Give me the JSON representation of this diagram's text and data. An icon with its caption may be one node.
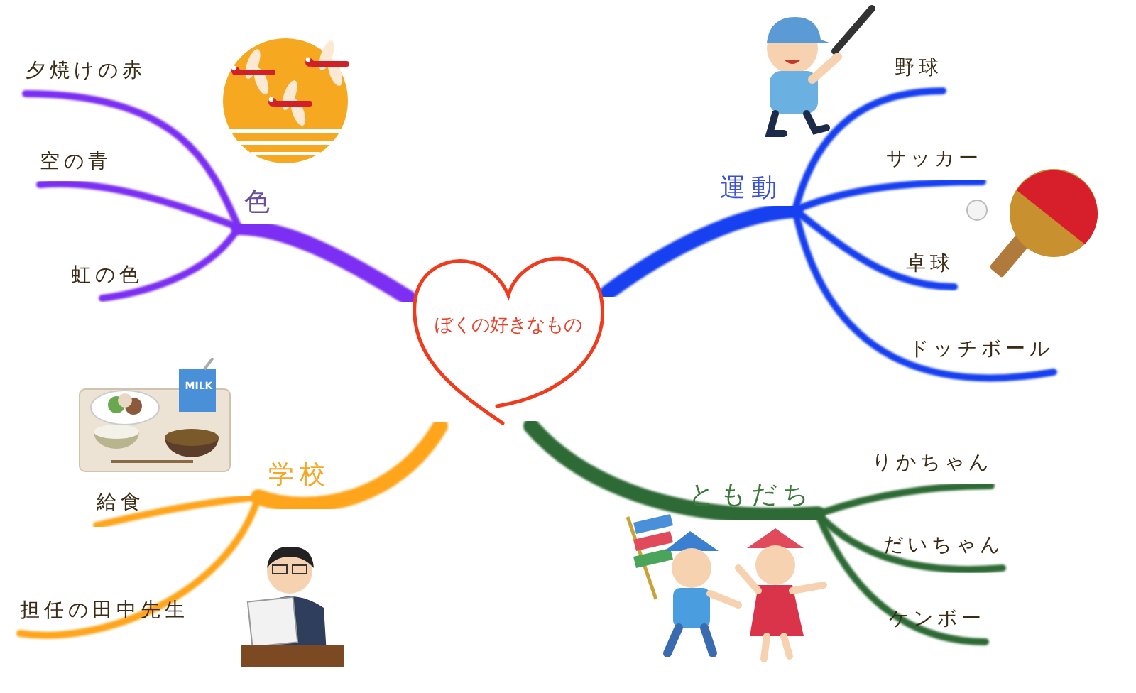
{
  "diagram": {
    "nodes": [
      {
        "text": [
          "ぼくの好きなもの"
        ]
      },
      {
        "text": [
          "色"
        ]
      },
      {
        "text": [
          "夕焼けの赤"
        ]
      },
      {
        "text": [
          "空の青"
        ]
      },
      {
        "text": [
          "虹の色"
        ]
      },
      {
        "text": [
          "運動"
        ]
      },
      {
        "text": [
          "野球"
        ]
      },
      {
        "text": [
          "サッカー"
        ]
      },
      {
        "text": [
          "卓球"
        ]
      },
      {
        "text": [
          "ドッチボール"
        ]
      },
      {
        "text": [
          "学校"
        ]
      },
      {
        "text": [
          "給食"
        ]
      },
      {
        "text": [
          "担任の田中先生"
        ]
      },
      {
        "text": [
          "ともだち"
        ]
      },
      {
        "text": [
          "りかちゃん"
        ]
      },
      {
        "text": [
          "だいちゃん"
        ]
      },
      {
        "text": [
          "ケンボー"
        ]
      }
    ],
    "edges": [
      {
        "from": 0,
        "to": 1,
        "arrow": "none",
        "style": "thick",
        "color": "#7b2ff2"
      },
      {
        "from": 1,
        "to": 2,
        "arrow": "none",
        "color": "#7b2ff2"
      },
      {
        "from": 1,
        "to": 3,
        "arrow": "none",
        "color": "#7b2ff2"
      },
      {
        "from": 1,
        "to": 4,
        "arrow": "none",
        "color": "#7b2ff2"
      },
      {
        "from": 0,
        "to": 5,
        "arrow": "none",
        "style": "thick",
        "color": "#1440f0"
      },
      {
        "from": 5,
        "to": 6,
        "arrow": "none",
        "color": "#1440f0"
      },
      {
        "from": 5,
        "to": 7,
        "arrow": "none",
        "color": "#1440f0"
      },
      {
        "from": 5,
        "to": 8,
        "arrow": "none",
        "color": "#1440f0"
      },
      {
        "from": 5,
        "to": 9,
        "arrow": "none",
        "color": "#1440f0"
      },
      {
        "from": 0,
        "to": 10,
        "arrow": "none",
        "style": "thick",
        "color": "#ffa51c"
      },
      {
        "from": 10,
        "to": 11,
        "arrow": "none",
        "color": "#ffa51c"
      },
      {
        "from": 10,
        "to": 12,
        "arrow": "none",
        "color": "#ffa51c"
      },
      {
        "from": 0,
        "to": 13,
        "arrow": "none",
        "style": "thick",
        "color": "#2d6a34"
      },
      {
        "from": 13,
        "to": 14,
        "arrow": "none",
        "color": "#2d6a34"
      },
      {
        "from": 13,
        "to": 15,
        "arrow": "none",
        "color": "#2d6a34"
      },
      {
        "from": 13,
        "to": 16,
        "arrow": "none",
        "color": "#2d6a34"
      }
    ],
    "labels": [
      "MILK"
    ]
  }
}
